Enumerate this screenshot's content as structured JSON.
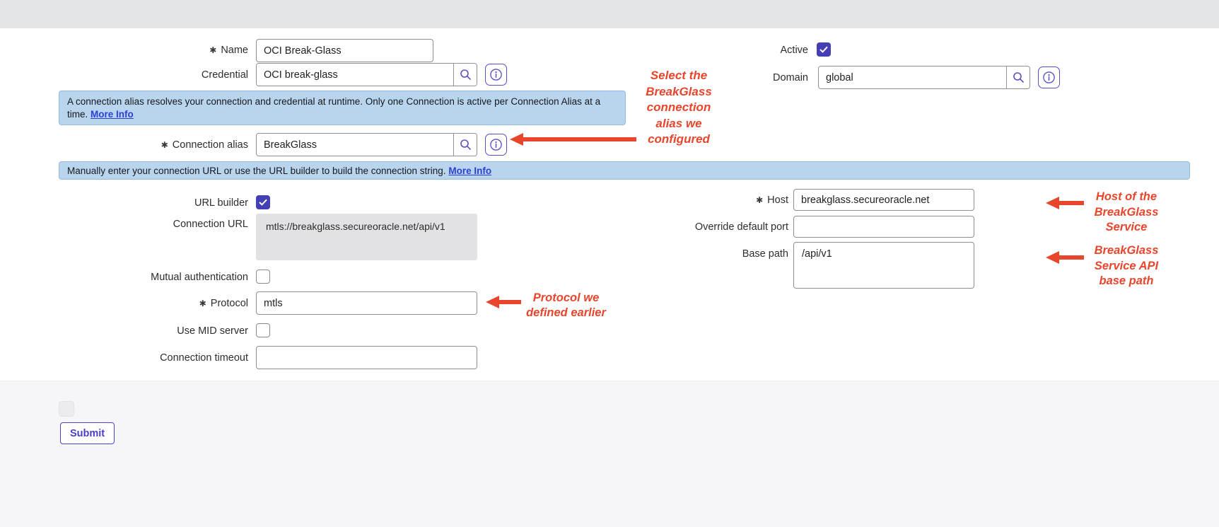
{
  "form": {
    "left": {
      "name": {
        "label": "Name",
        "value": "OCI Break-Glass",
        "required": true
      },
      "credential": {
        "label": "Credential",
        "value": "OCI break-glass"
      },
      "alias_banner": {
        "text": "A connection alias resolves your connection and credential at runtime. Only one Connection is active per Connection Alias at a time.",
        "link": "More Info"
      },
      "connection_alias": {
        "label": "Connection alias",
        "value": "BreakGlass",
        "required": true
      },
      "url_banner": {
        "text": "Manually enter your connection URL or use the URL builder to build the connection string.",
        "link": "More Info"
      },
      "url_builder": {
        "label": "URL builder",
        "checked": true
      },
      "connection_url": {
        "label": "Connection URL",
        "value": "mtls://breakglass.secureoracle.net/api/v1"
      },
      "mutual_auth": {
        "label": "Mutual authentication",
        "checked": false
      },
      "protocol": {
        "label": "Protocol",
        "value": "mtls",
        "required": true
      },
      "use_mid": {
        "label": "Use MID server",
        "checked": false
      },
      "timeout": {
        "label": "Connection timeout",
        "value": ""
      }
    },
    "right": {
      "active": {
        "label": "Active",
        "checked": true
      },
      "domain": {
        "label": "Domain",
        "value": "global"
      },
      "host": {
        "label": "Host",
        "value": "breakglass.secureoracle.net",
        "required": true
      },
      "override_port": {
        "label": "Override default port",
        "value": ""
      },
      "base_path": {
        "label": "Base path",
        "value": "/api/v1"
      }
    }
  },
  "annotations": {
    "alias_note": "Select the\nBreakGlass\nconnection\nalias we\nconfigured",
    "protocol_note": "Protocol we\ndefined earlier",
    "host_note": "Host of the\nBreakGlass\nService",
    "base_path_note": "BreakGlass\nService API\nbase path"
  },
  "footer": {
    "submit_label": "Submit"
  },
  "icons": {
    "required_marker": "✱"
  },
  "colors": {
    "annotation_red": "#e8462c",
    "accent_indigo": "#443fb3",
    "banner_blue": "#b9d5ee",
    "topbar_gray": "#e3e5e9"
  }
}
